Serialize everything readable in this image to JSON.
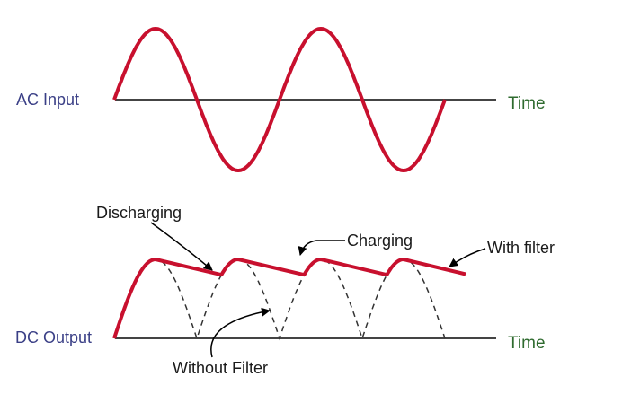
{
  "ac_section": {
    "label": "AC Input",
    "time_label": "Time"
  },
  "dc_section": {
    "label": "DC Output",
    "time_label": "Time"
  },
  "annotations": {
    "discharging": "Discharging",
    "charging": "Charging",
    "with_filter": "With filter",
    "without_filter": "Without Filter"
  },
  "colors": {
    "waveform": "#c8102e",
    "axis": "#444444",
    "dashed": "#333333",
    "input_label": "#3a3f86",
    "time_label": "#2f6b2f",
    "annotation_text": "#1a1a1a"
  }
}
